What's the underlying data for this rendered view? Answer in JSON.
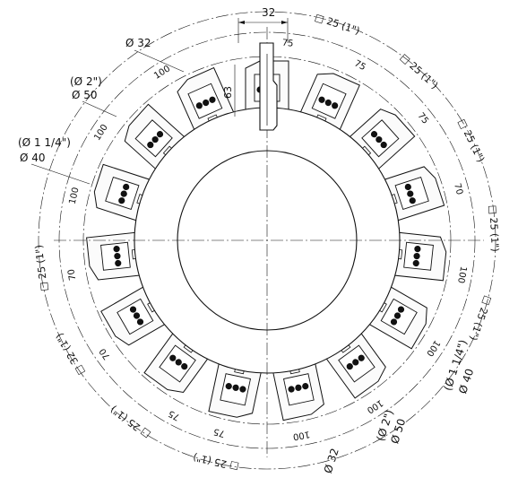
{
  "drawing": {
    "top_width_label": "32",
    "height_label": "63",
    "ring_labels": [
      {
        "text": "□ 25 (1\")",
        "angle": -72
      },
      {
        "text": "□ 25 (1\")",
        "angle": -48
      },
      {
        "text": "□ 25 (1\")",
        "angle": -26
      },
      {
        "text": "□ 25 (1\")",
        "angle": -3
      },
      {
        "text": "□ 25 (1\")",
        "angle": 20
      },
      {
        "text": "□ 25 (1\")",
        "angle": 173
      },
      {
        "text": "□ 32 (1\")",
        "angle": 150
      },
      {
        "text": "□ 25 (1\")",
        "angle": 127
      },
      {
        "text": "□ 25 (1\")",
        "angle": 103
      }
    ],
    "length_labels": [
      {
        "text": "75",
        "angle": -84
      },
      {
        "text": "75",
        "angle": -62
      },
      {
        "text": "75",
        "angle": -38
      },
      {
        "text": "70",
        "angle": -15
      },
      {
        "text": "100",
        "angle": 10
      },
      {
        "text": "100",
        "angle": 33
      },
      {
        "text": "100",
        "angle": 57
      },
      {
        "text": "100",
        "angle": 80
      },
      {
        "text": "75",
        "angle": 104
      },
      {
        "text": "75",
        "angle": 118
      },
      {
        "text": "70",
        "angle": 145
      },
      {
        "text": "70",
        "angle": 170
      },
      {
        "text": "100",
        "angle": 193
      },
      {
        "text": "100",
        "angle": 213
      },
      {
        "text": "100",
        "angle": 238
      }
    ],
    "bore_labels": [
      {
        "lines": [
          "Ø 32"
        ],
        "side": "upper-left"
      },
      {
        "lines": [
          "(Ø 2\")",
          "Ø 50"
        ],
        "side": "upper-left"
      },
      {
        "lines": [
          "(Ø 1 1/4\")",
          "Ø 40"
        ],
        "side": "left"
      },
      {
        "lines": [
          "(Ø 1 1/4\")",
          "Ø 40"
        ],
        "side": "right"
      },
      {
        "lines": [
          "(Ø 2\")",
          "Ø 50"
        ],
        "side": "lower-right"
      },
      {
        "lines": [
          "Ø 32"
        ],
        "side": "bottom"
      }
    ]
  }
}
